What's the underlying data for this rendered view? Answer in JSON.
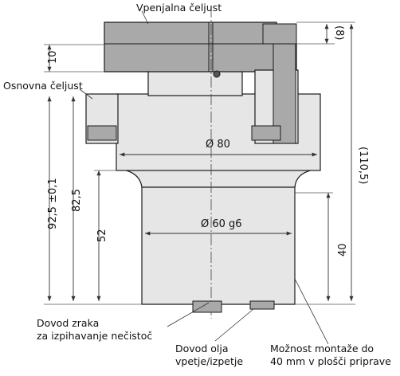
{
  "labels": {
    "clamping_jaw": "Vpenjalna čeljust",
    "base_jaw": "Osnovna čeljust",
    "air_line1": "Dovod zraka",
    "air_line2": "za izpihavanje nečistoč",
    "oil_line1": "Dovod olja",
    "oil_line2": "vpetje/izpetje",
    "mount_line1": "Možnost montaže do",
    "mount_line2": "40 mm v plošči priprave"
  },
  "dimensions": {
    "dia_upper": "Ø 80",
    "dia_lower": "Ø 60 g6",
    "height_total": "92,5 ±0,1",
    "height_base": "82,5",
    "height_lower": "52",
    "jaw_height": "10",
    "overall_right": "(110,5)",
    "jaw_stroke": "(8)",
    "mount_depth": "40"
  },
  "colors": {
    "jaw_fill": "#a9a9a9",
    "body_fill": "#e6e6e6",
    "outline": "#1a1a1a",
    "dim_line": "#333333"
  }
}
